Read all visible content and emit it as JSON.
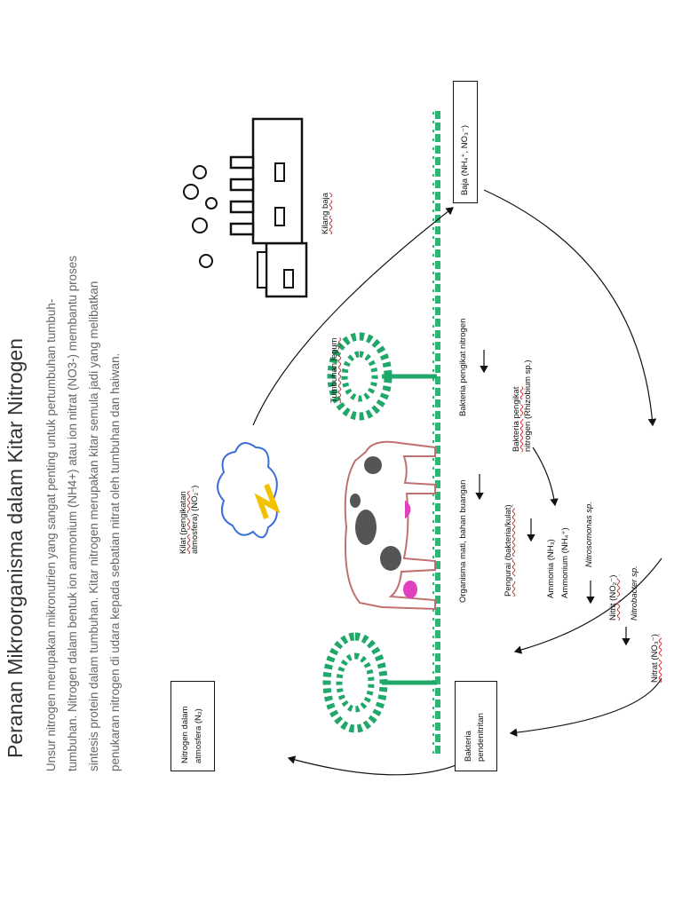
{
  "title": "Peranan Mikroorganisma dalam Kitar Nitrogen",
  "paragraph": [
    "Unsur nitrogen merupakan mikronutrien yang sangat penting untuk pertumbuhan tumbuh-",
    "tumbuhan. Nitrogen dalam bentuk ion ammonium (NH4+) atau ion nitrat (NO3-) membantu proses",
    "sintesis protein dalam tumbuhan. Kitar nitrogen merupakan kitar semula jadi yang melibatkan",
    "penukaran nitrogen di udara kepada sebatian nitrat oleh tumbuhan dan haiwan."
  ],
  "diagram": {
    "nitrogen_box": [
      "Nitrogen dalam",
      "atmosfera (N₂)"
    ],
    "denitrifying_box": [
      "Bakteria",
      "pendenitritan"
    ],
    "lightning": [
      "Kilat (pengikatan",
      "atmosfera) (NO₂⁻)"
    ],
    "legume": "Tumbuhan legum",
    "steel_mill": "Kilang baja",
    "fertilizer_box": "Baja (NH₄⁺, NO₃⁻)",
    "dead_organisms": "Organisma mati, bahan buangan",
    "decomposer": "Pengurai (bakteria/kulat)",
    "ammonia": "Ammonia (NH₃)",
    "ammonium": "Ammonium (NH₄⁺)",
    "nitrosomonas": "Nitrosomonas sp.",
    "nitrite": "Nitrit (NO₂⁻)",
    "nitrobacter": "Nitrobacter sp.",
    "nitrate": "Nitrat (NO₃⁻)",
    "nfix_bacteria": "Bakteria pengikat nitrogen",
    "rhizobium": [
      "Bakteria pengikat",
      "nitrogen (Rhizobium sp.)"
    ]
  },
  "colors": {
    "ground": "#2bb673",
    "tree": "#1fa86a",
    "cloud": "#3a6fd8",
    "lightning": "#f2c200",
    "cow_outline": "#c07070",
    "cow_udder": "#e040c0"
  }
}
